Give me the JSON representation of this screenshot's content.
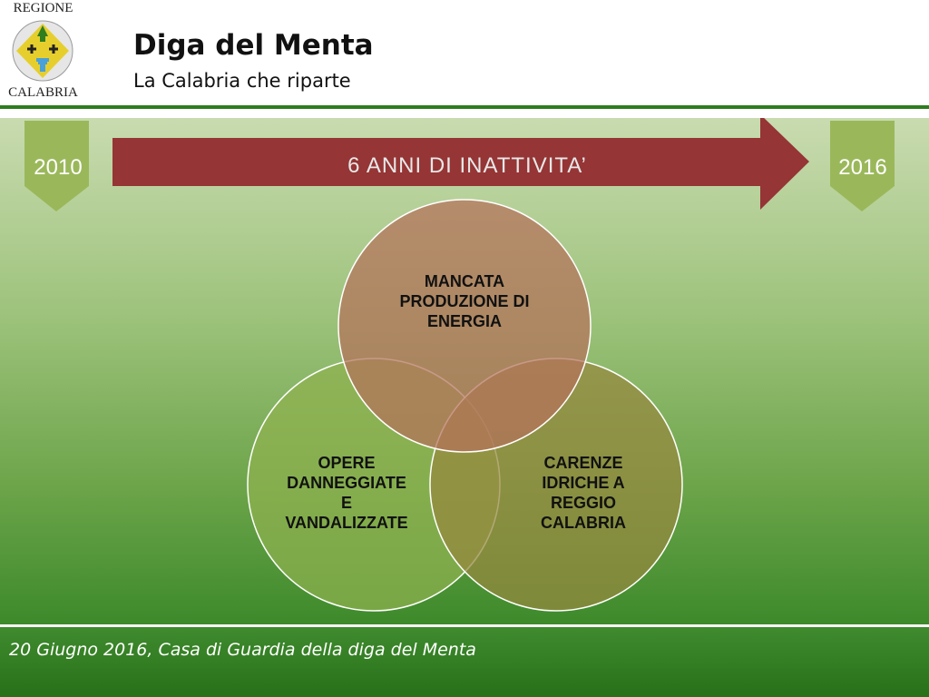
{
  "header": {
    "logo_top": "REGIONE",
    "logo_bottom": "CALABRIA",
    "title": "Diga del Menta",
    "subtitle": "La Calabria che riparte"
  },
  "timeline": {
    "start_year": "2010",
    "end_year": "2016",
    "arrow_label": "6 ANNI DI INATTIVITA’"
  },
  "venn": {
    "top": [
      "MANCATA",
      "PRODUZIONE DI",
      "ENERGIA"
    ],
    "left": [
      "OPERE",
      "DANNEGGIATE",
      "E",
      "VANDALIZZATE"
    ],
    "right": [
      "CARENZE",
      "IDRICHE A",
      "REGGIO",
      "CALABRIA"
    ]
  },
  "footer": {
    "text": "20 Giugno 2016, Casa di Guardia della diga del Menta"
  },
  "colors": {
    "arrow": "#953535",
    "chevron": "#9ab85a",
    "circle_top": "#b4715a",
    "circle_left": "#8fb24f",
    "circle_right": "#95883f",
    "rule": "#2e7d1f"
  }
}
